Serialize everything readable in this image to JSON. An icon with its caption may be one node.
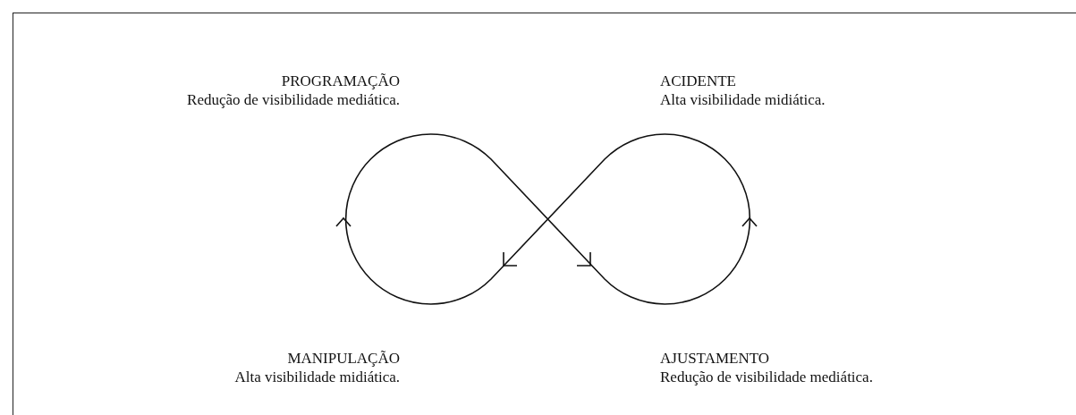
{
  "diagram": {
    "labels": [
      "PROGRAMAÇÃO",
      "Redução de visibilidade mediática.",
      "ACIDENTE",
      "Alta visibilidade midiática.",
      "MANIPULAÇÃO",
      "Alta visibilidade midiática.",
      "AJUSTAMENTO",
      "Redução de visibilidade mediática."
    ]
  }
}
